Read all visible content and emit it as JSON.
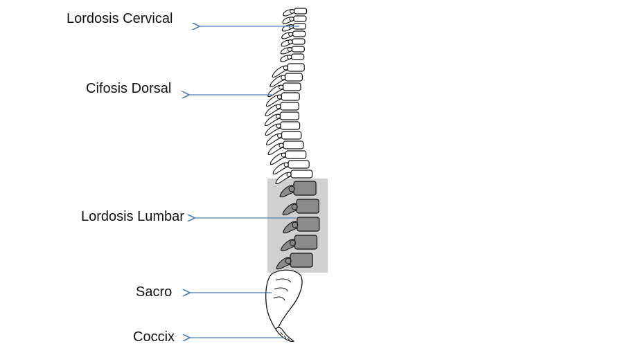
{
  "labels": {
    "cervical": "Lordosis Cervical",
    "dorsal": "Cifosis Dorsal",
    "lumbar": "Lordosis Lumbar",
    "sacro": "Sacro",
    "coccix": "Coccix"
  },
  "colors": {
    "arrow": "#4a7fb5",
    "bone_outline": "#111111",
    "lumbar_highlight": "#c8c8c8",
    "vertebra_fill": "#ffffff",
    "lumbar_vertebra_fill": "#8a8a8a"
  },
  "icons": {
    "arrow": "left-arrow-icon"
  }
}
